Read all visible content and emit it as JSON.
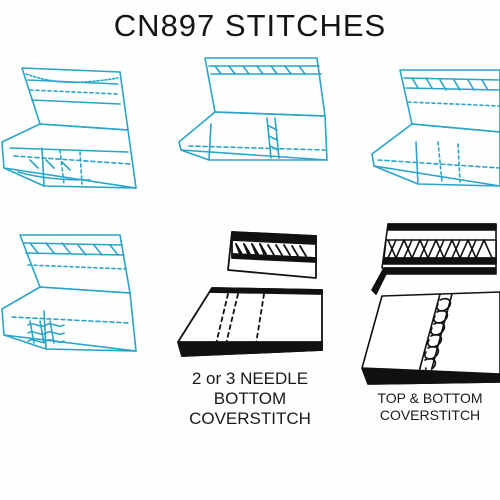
{
  "title": "CN897 STITCHES",
  "figures": [
    {
      "id": "fig-1",
      "caption": []
    },
    {
      "id": "fig-2",
      "caption": []
    },
    {
      "id": "fig-3",
      "caption": []
    },
    {
      "id": "fig-4",
      "caption": []
    },
    {
      "id": "fig-5",
      "caption": [
        "2 or 3 NEEDLE",
        "BOTTOM",
        "COVERSTITCH"
      ]
    },
    {
      "id": "fig-6",
      "caption": [
        "TOP & BOTTOM",
        "COVERSTITCH"
      ]
    }
  ],
  "colors": {
    "sketch": "#2aa4c8",
    "ink": "#111111",
    "background": "#fdfefe"
  }
}
